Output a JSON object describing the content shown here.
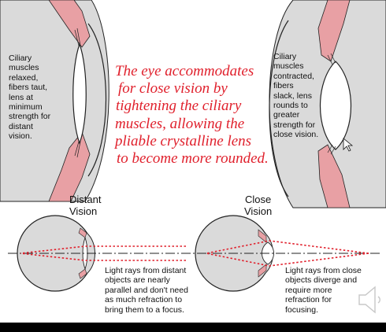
{
  "left_eye_label": [
    "Ciliary",
    "muscles",
    "relaxed,",
    "fibers taut,",
    "lens at",
    "minimum",
    "strength for",
    "distant",
    "vision."
  ],
  "right_eye_label": [
    "Ciliary",
    "muscles",
    "contracted,",
    "fibers",
    "slack, lens",
    "rounds to",
    "greater",
    "strength for",
    "close vision."
  ],
  "caption": [
    "The eye accommodates",
    "for close vision by",
    "tightening the ciliary",
    "muscles, allowing the",
    "pliable crystalline lens",
    "to become more rounded."
  ],
  "distant_title": [
    "Distant",
    "Vision"
  ],
  "close_title": [
    "Close",
    "Vision"
  ],
  "distant_note": [
    "Light rays from distant",
    "objects are nearly",
    "parallel and don't need",
    "as much refraction to",
    "bring them to a focus."
  ],
  "close_note": [
    "Light rays from close",
    "objects diverge and",
    "require more",
    "refraction for",
    "focusing."
  ],
  "icons": {
    "speaker": "speaker-icon"
  },
  "colors": {
    "caption_text": "#e0202c",
    "ray": "#e0202c",
    "muscle": "#e8a0a4",
    "eye_fill": "#dadada",
    "outline": "#222222",
    "bottom_bar": "#000000"
  }
}
